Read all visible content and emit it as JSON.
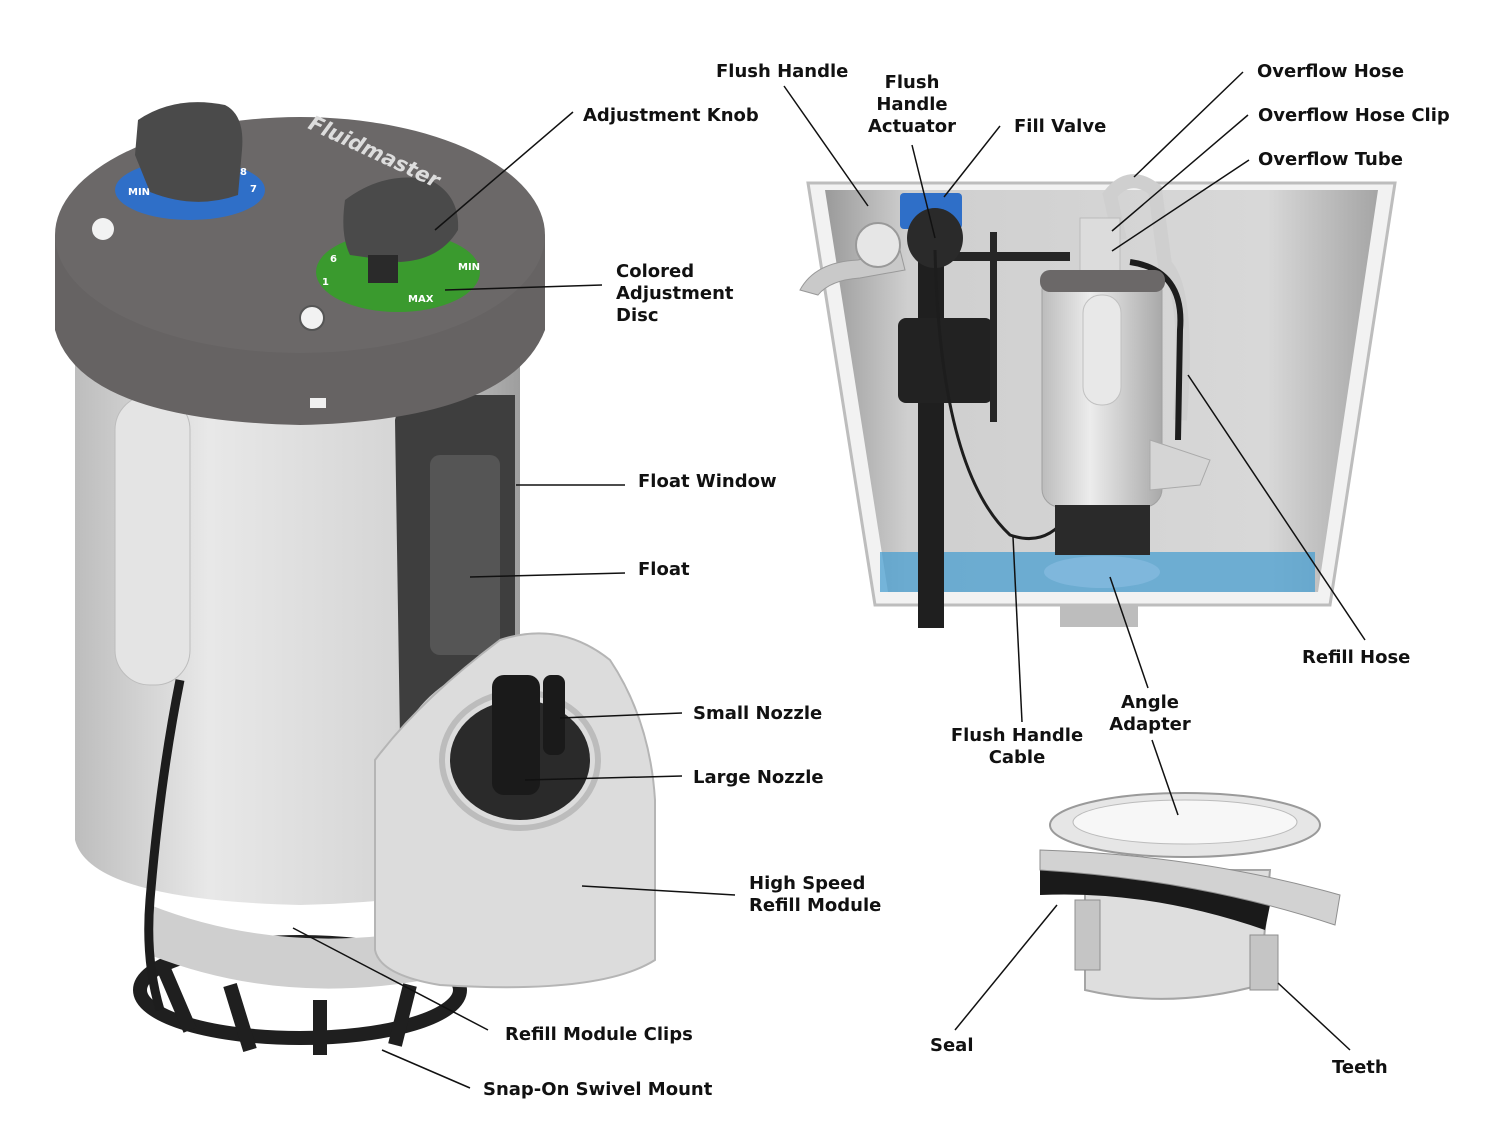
{
  "labels": {
    "adjustment_knob": "Adjustment Knob",
    "colored_adjustment_disc": "Colored\nAdjustment\nDisc",
    "float_window": "Float Window",
    "float": "Float",
    "small_nozzle": "Small Nozzle",
    "large_nozzle": "Large Nozzle",
    "high_speed_refill_module": "High Speed\nRefill Module",
    "refill_module_clips": "Refill Module Clips",
    "snap_on_swivel_mount": "Snap-On Swivel Mount",
    "flush_handle": "Flush Handle",
    "flush_handle_actuator": "Flush\nHandle\nActuator",
    "fill_valve": "Fill Valve",
    "overflow_hose": "Overflow Hose",
    "overflow_hose_clip": "Overflow Hose Clip",
    "overflow_tube": "Overflow Tube",
    "refill_hose": "Refill Hose",
    "angle_adapter": "Angle\nAdapter",
    "flush_handle_cable": "Flush Handle\nCable",
    "seal": "Seal",
    "teeth": "Teeth"
  },
  "logo": {
    "brand": "Fluidmaster"
  },
  "disc": {
    "blue_marks": [
      "MIN",
      "8",
      "7"
    ],
    "green_marks": [
      "MIN",
      "6",
      "1",
      "MAX"
    ]
  },
  "colors": {
    "cap": "#6b6868",
    "body": "#d9d9d9",
    "disc_blue": "#2f6fc8",
    "disc_green": "#3a9a2e",
    "water": "#4a9fd0",
    "black_parts": "#1f1f1f"
  }
}
